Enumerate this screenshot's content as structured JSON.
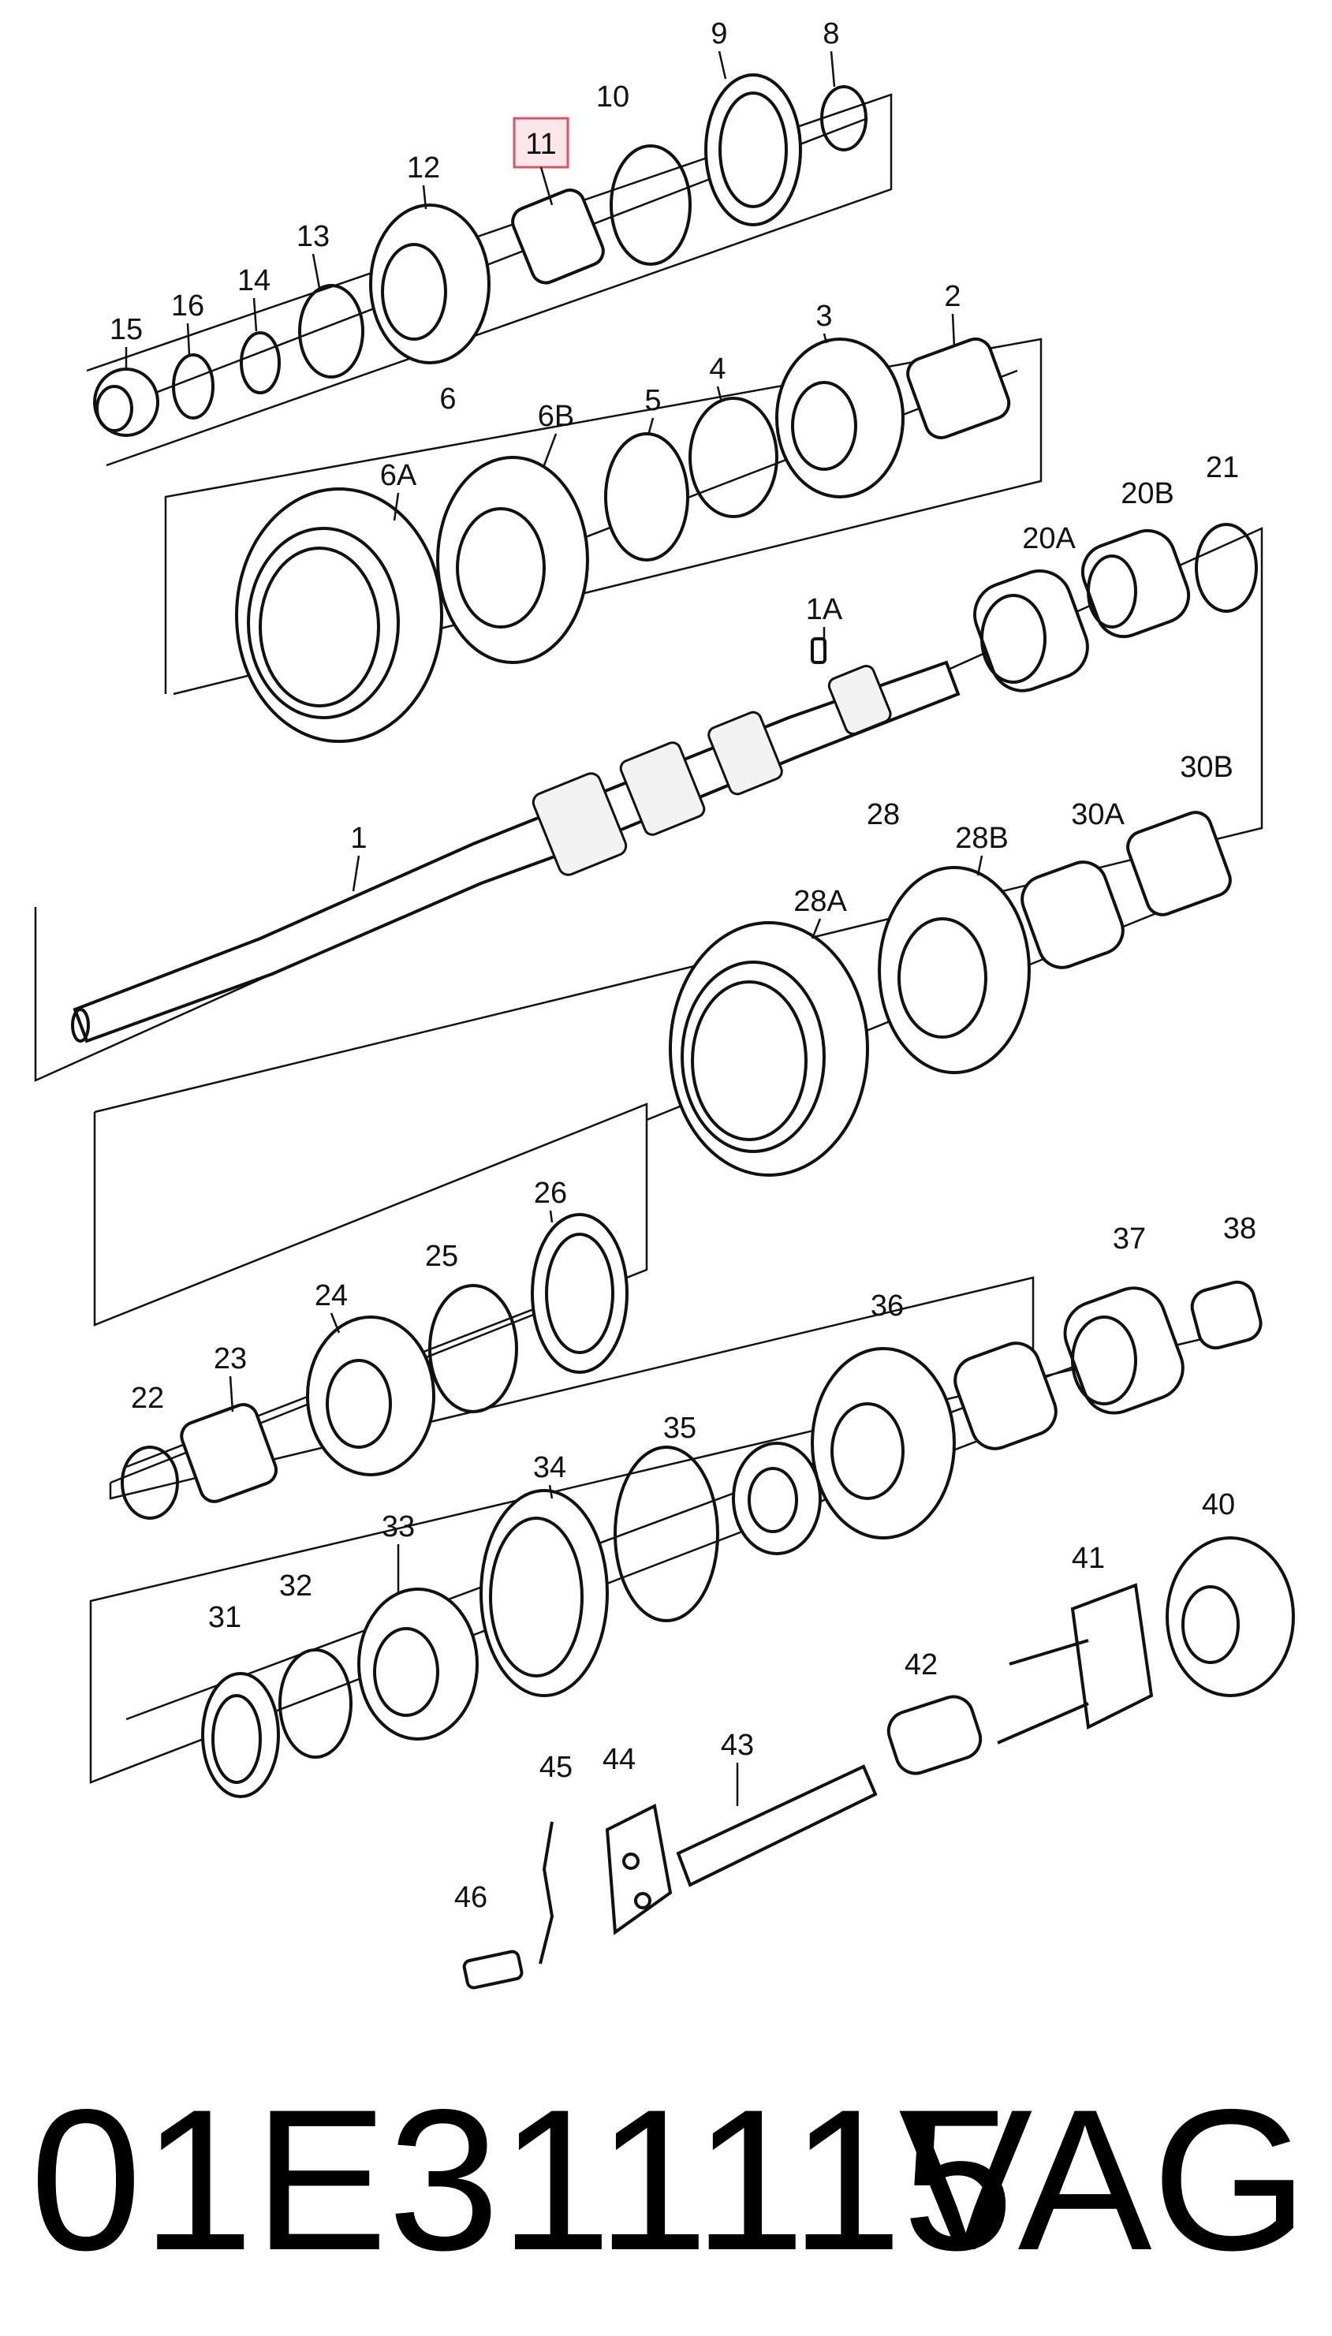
{
  "diagram": {
    "highlighted_callout": "11",
    "highlight_color": "#d9536a",
    "callouts": [
      "1",
      "1A",
      "2",
      "3",
      "4",
      "5",
      "6",
      "6A",
      "6B",
      "8",
      "9",
      "10",
      "11",
      "12",
      "13",
      "14",
      "15",
      "16",
      "20A",
      "20B",
      "21",
      "22",
      "23",
      "24",
      "25",
      "26",
      "28",
      "28A",
      "28B",
      "30A",
      "30B",
      "31",
      "32",
      "33",
      "34",
      "35",
      "36",
      "37",
      "38",
      "40",
      "41",
      "42",
      "43",
      "44",
      "45",
      "46"
    ]
  },
  "caption": {
    "part_number": "01E311115",
    "brand": "VAG"
  }
}
